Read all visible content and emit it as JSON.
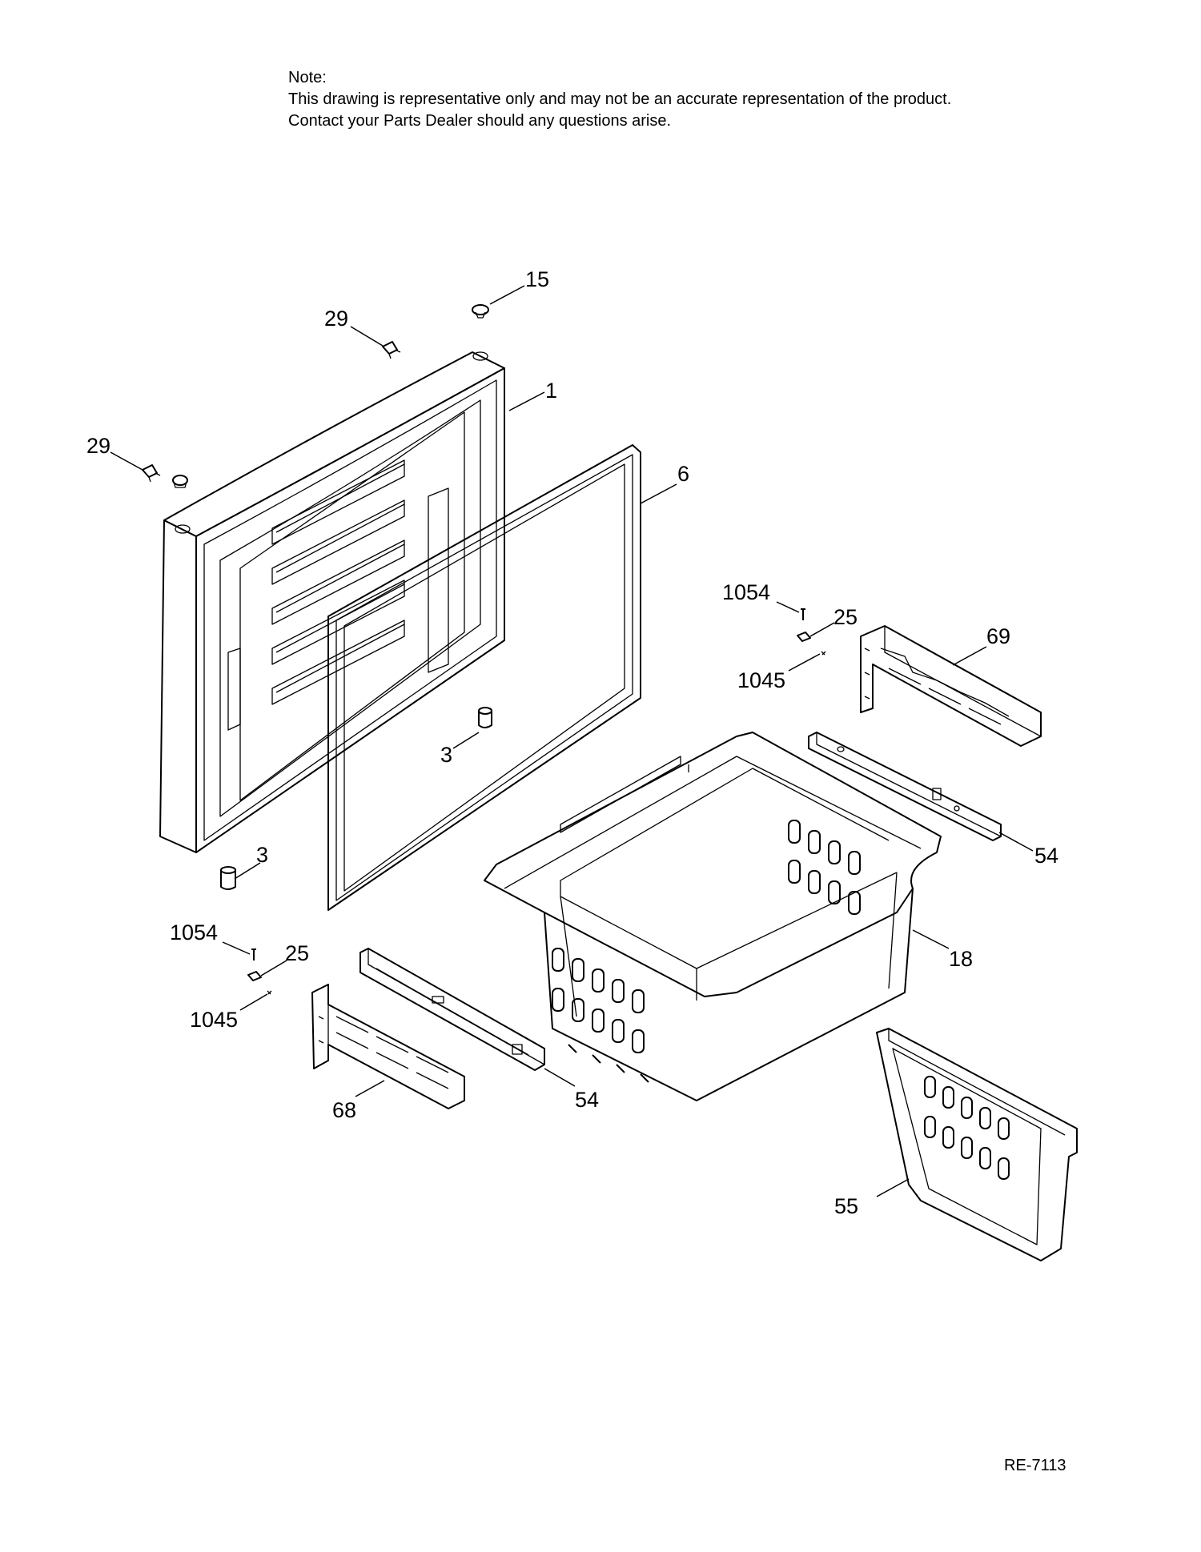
{
  "note": {
    "heading": "Note:",
    "line1": "This drawing is representative only and may not be an accurate representation of the product.",
    "line2": "Contact your Parts Dealer should any questions arise."
  },
  "reference_code": "RE-7113",
  "callouts": {
    "c15": "15",
    "c29a": "29",
    "c29b": "29",
    "c1": "1",
    "c6": "6",
    "c3a": "3",
    "c3b": "3",
    "c1054a": "1054",
    "c25a": "25",
    "c1045a": "1045",
    "c69": "69",
    "c54a": "54",
    "c18": "18",
    "c1054b": "1054",
    "c25b": "25",
    "c1045b": "1045",
    "c68": "68",
    "c54b": "54",
    "c55": "55"
  }
}
